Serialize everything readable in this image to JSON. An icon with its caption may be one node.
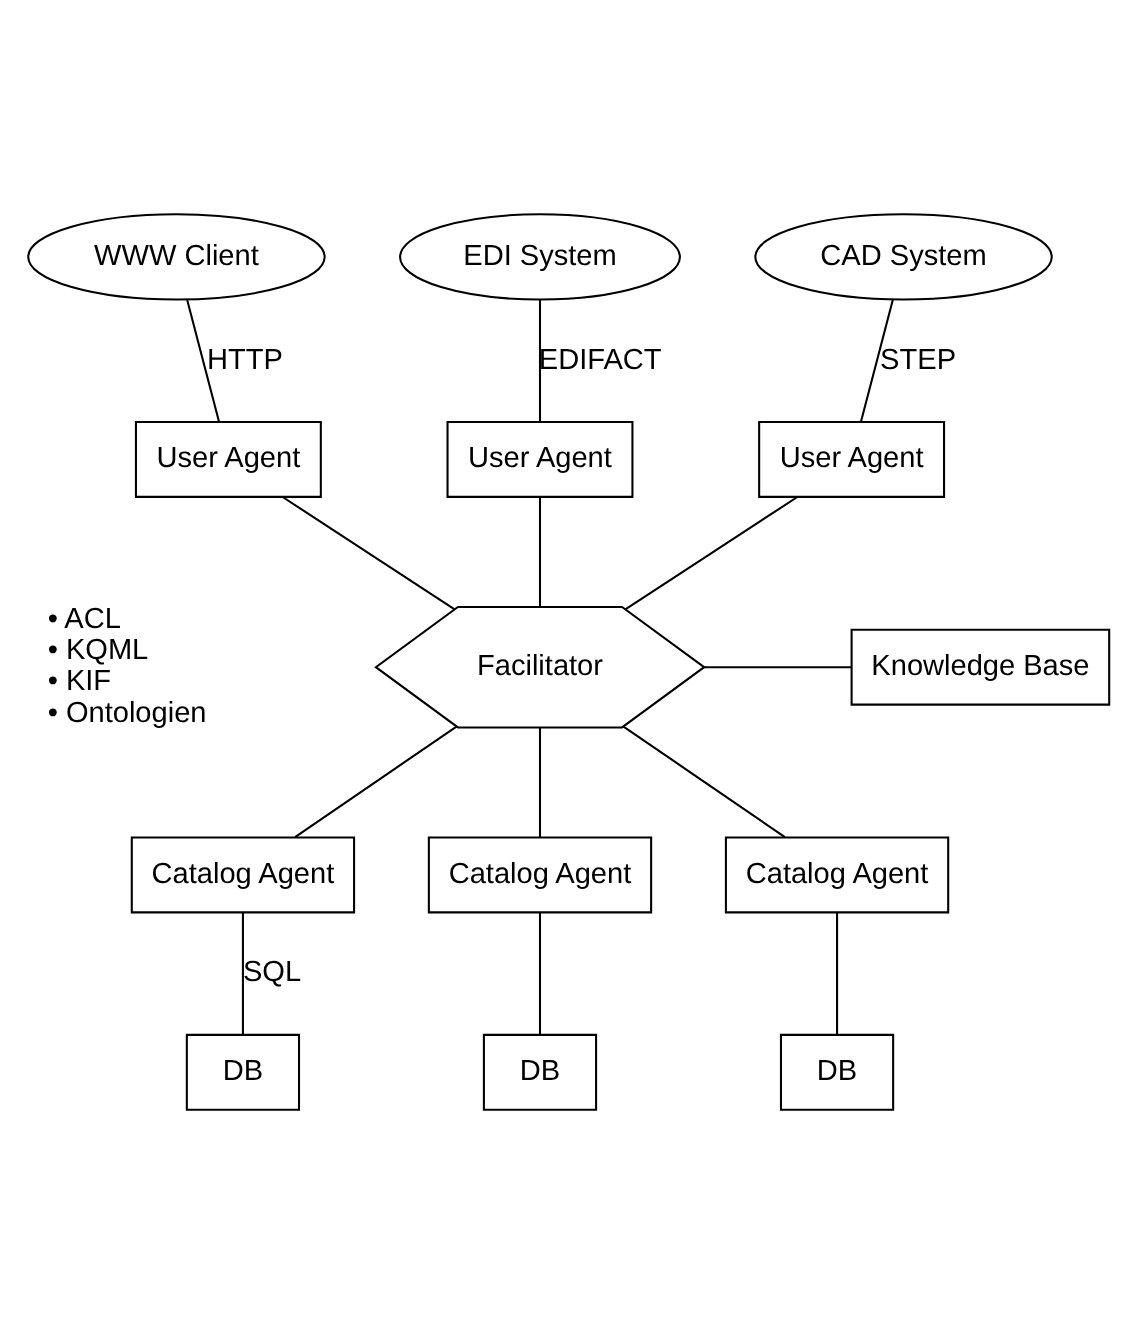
{
  "diagram": {
    "nodes": [
      {
        "text": [
          "WWW Client"
        ]
      },
      {
        "text": [
          "EDI System"
        ]
      },
      {
        "text": [
          "CAD System"
        ]
      },
      {
        "text": [
          "User Agent"
        ]
      },
      {
        "text": [
          "User Agent"
        ]
      },
      {
        "text": [
          "User Agent"
        ]
      },
      {
        "text": [
          "Facilitator"
        ]
      },
      {
        "text": [
          "Knowledge Base"
        ]
      },
      {
        "text": [
          "Catalog Agent"
        ]
      },
      {
        "text": [
          "Catalog Agent"
        ]
      },
      {
        "text": [
          "Catalog Agent"
        ]
      },
      {
        "text": [
          "DB"
        ]
      },
      {
        "text": [
          "DB"
        ]
      },
      {
        "text": [
          "DB"
        ]
      }
    ],
    "edges": [
      {
        "from": 0,
        "to": 3,
        "arrow": "none",
        "label": "HTTP"
      },
      {
        "from": 1,
        "to": 4,
        "arrow": "none",
        "label": "EDIFACT"
      },
      {
        "from": 2,
        "to": 5,
        "arrow": "none",
        "label": "STEP"
      },
      {
        "from": 3,
        "to": 6,
        "arrow": "none"
      },
      {
        "from": 4,
        "to": 6,
        "arrow": "none"
      },
      {
        "from": 5,
        "to": 6,
        "arrow": "none"
      },
      {
        "from": 6,
        "to": 7,
        "arrow": "none"
      },
      {
        "from": 6,
        "to": 8,
        "arrow": "none"
      },
      {
        "from": 6,
        "to": 9,
        "arrow": "none"
      },
      {
        "from": 6,
        "to": 10,
        "arrow": "none"
      },
      {
        "from": 8,
        "to": 11,
        "arrow": "none",
        "label": "SQL"
      },
      {
        "from": 9,
        "to": 12,
        "arrow": "none"
      },
      {
        "from": 10,
        "to": 13,
        "arrow": "none"
      }
    ],
    "labels": [
      "• ACL",
      "• KQML",
      "• KIF",
      "• Ontologien"
    ]
  }
}
